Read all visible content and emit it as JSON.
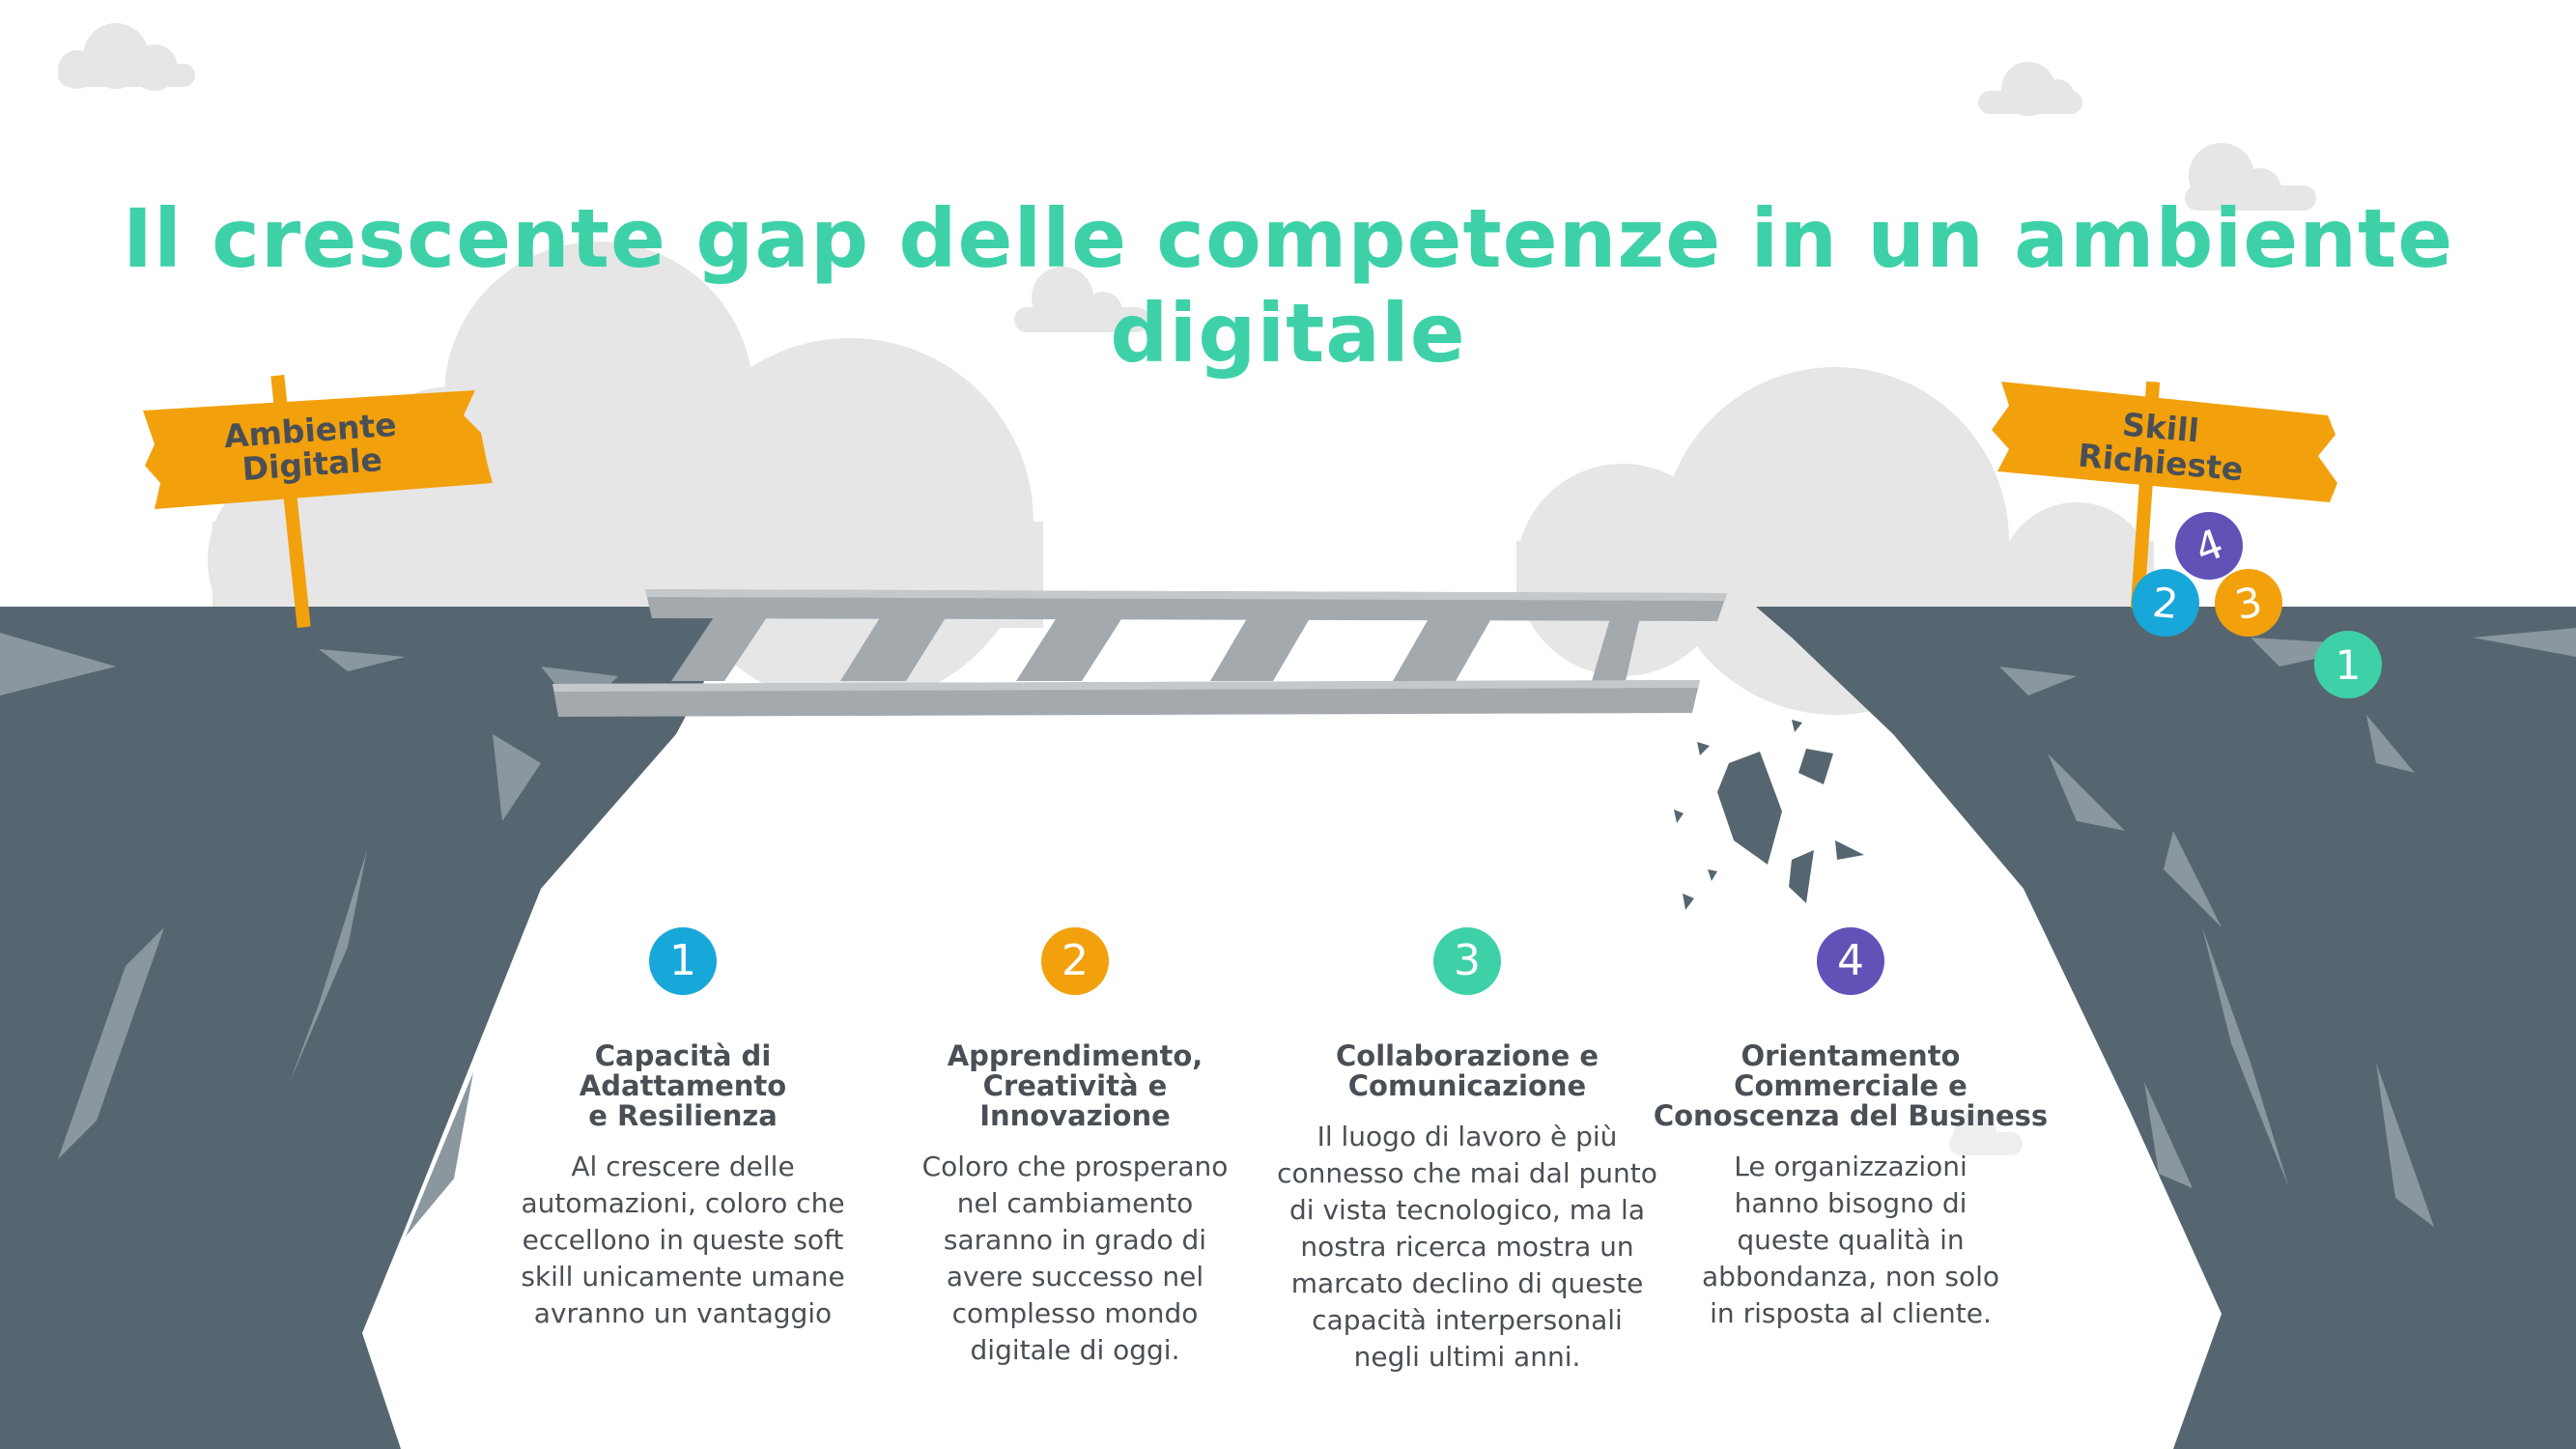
{
  "title": "Il crescente gap delle competenze in un ambiente digitale",
  "signs": {
    "left": [
      "Ambiente",
      "Digitale"
    ],
    "right": [
      "Skill",
      "Richieste"
    ]
  },
  "badges": [
    {
      "label": "4",
      "color": "#6152b8"
    },
    {
      "label": "2",
      "color": "#18a7d9"
    },
    {
      "label": "3",
      "color": "#f2a10d"
    },
    {
      "label": "1",
      "color": "#3ed1a8"
    }
  ],
  "colors": {
    "title": "#3ed1a8",
    "cliff": "#566670",
    "cliff_light": "#8b979e",
    "sign": "#f2a10d",
    "ladder": "#a3a9ad",
    "cloud": "#e6e6e6"
  },
  "columns": [
    {
      "number": "1",
      "color": "#18a7d9",
      "heading": "Capacità di\nAdattamento\ne Resilienza",
      "body": "Al crescere delle\nautomazioni, coloro che\neccellono in queste soft\nskill unicamente umane\navranno un vantaggio"
    },
    {
      "number": "2",
      "color": "#f2a10d",
      "heading": "Apprendimento,\nCreatività e\nInnovazione",
      "body": "Coloro che prosperano\nnel cambiamento\nsaranno in grado di\navere successo nel\ncomplesso mondo\ndigitale di oggi."
    },
    {
      "number": "3",
      "color": "#3ed1a8",
      "heading": "Collaborazione e\nComunicazione",
      "body": "Il luogo di lavoro è più\nconnesso che mai dal punto\ndi vista tecnologico, ma la\nnostra ricerca mostra un\nmarcato declino di queste\ncapacità interpersonali\nnegli ultimi anni."
    },
    {
      "number": "4",
      "color": "#6152b8",
      "heading": "Orientamento\nCommerciale e\nConoscenza del Business",
      "body": "Le organizzazioni\nhanno bisogno di\nqueste qualità in\nabbondanza, non solo\nin risposta al cliente."
    }
  ]
}
